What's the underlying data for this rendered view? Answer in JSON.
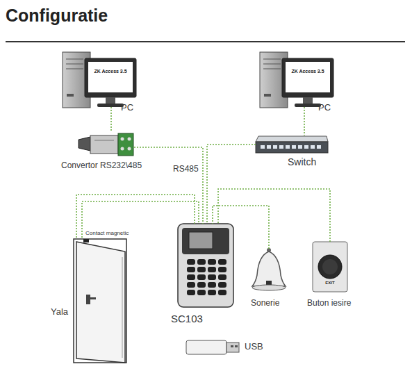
{
  "diagram": {
    "title": "Configuratie",
    "nodes": [
      {
        "text": [
          "ZK Access 3.5",
          "PC"
        ]
      },
      {
        "text": [
          "ZK Access 3.5",
          "PC"
        ]
      },
      {
        "text": [
          "Convertor RS232\\485"
        ]
      },
      {
        "text": [
          "Switch"
        ]
      },
      {
        "text": [
          "Contact magnetic",
          "Yala"
        ]
      },
      {
        "text": [
          "SC103"
        ]
      },
      {
        "text": [
          "Sonerie"
        ]
      },
      {
        "text": [
          "EXIT",
          "Buton iesire"
        ]
      },
      {
        "text": [
          "USB"
        ]
      }
    ],
    "edges": [
      {
        "from": 0,
        "to": 2,
        "arrow": "none"
      },
      {
        "from": 1,
        "to": 3,
        "arrow": "none"
      },
      {
        "from": 2,
        "to": 5,
        "label": "RS485",
        "arrow": "none"
      },
      {
        "from": 3,
        "to": 5,
        "arrow": "none"
      },
      {
        "from": 4,
        "to": 5,
        "arrow": "none"
      },
      {
        "from": 4,
        "to": 5,
        "arrow": "none"
      },
      {
        "from": 6,
        "to": 5,
        "arrow": "none"
      },
      {
        "from": 7,
        "to": 5,
        "arrow": "none"
      }
    ]
  }
}
